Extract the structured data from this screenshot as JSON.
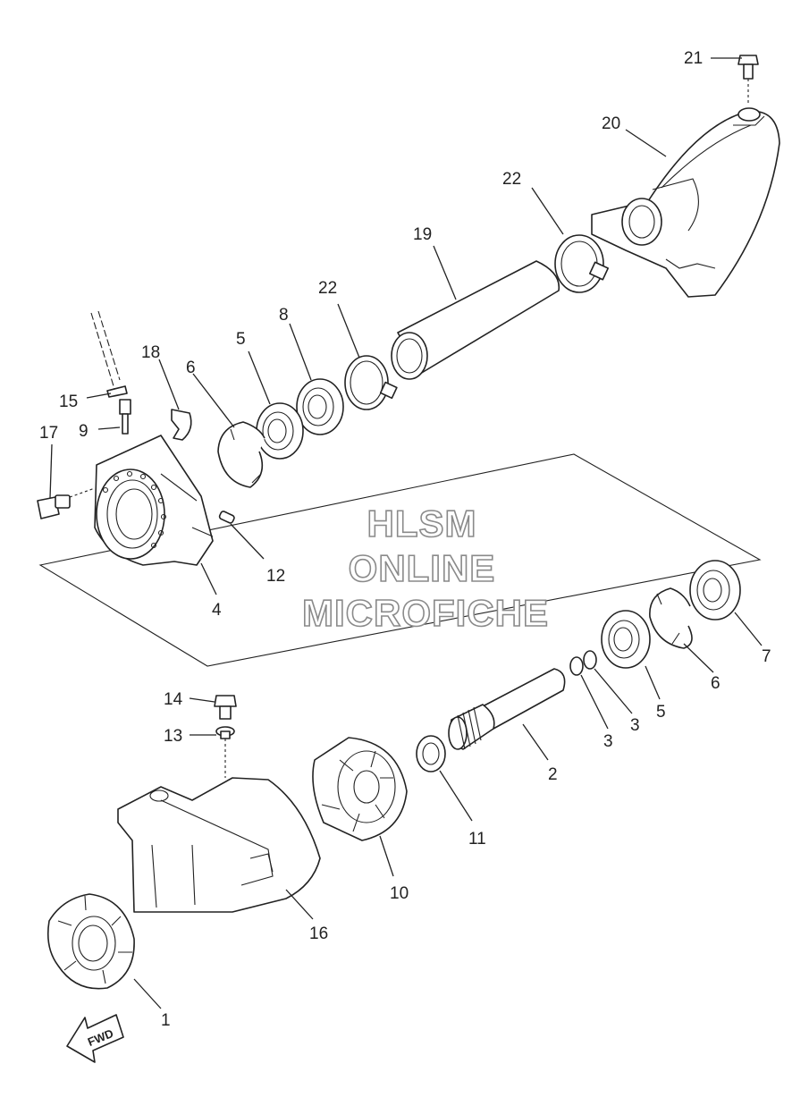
{
  "callouts": {
    "c1": "1",
    "c2": "2",
    "c3a": "3",
    "c3b": "3",
    "c4": "4",
    "c5a": "5",
    "c5b": "5",
    "c6a": "6",
    "c6b": "6",
    "c7": "7",
    "c8": "8",
    "c9": "9",
    "c10": "10",
    "c11": "11",
    "c12": "12",
    "c13": "13",
    "c14": "14",
    "c15": "15",
    "c16": "16",
    "c17": "17",
    "c18": "18",
    "c19": "19",
    "c20": "20",
    "c21": "21",
    "c22a": "22",
    "c22b": "22"
  },
  "watermark": [
    "HLSM",
    "ONLINE",
    "MICROFICHE"
  ],
  "direction_arrow": "FWD",
  "colors": {
    "line": "#222222",
    "watermark_outline": "#8a8a8a"
  }
}
